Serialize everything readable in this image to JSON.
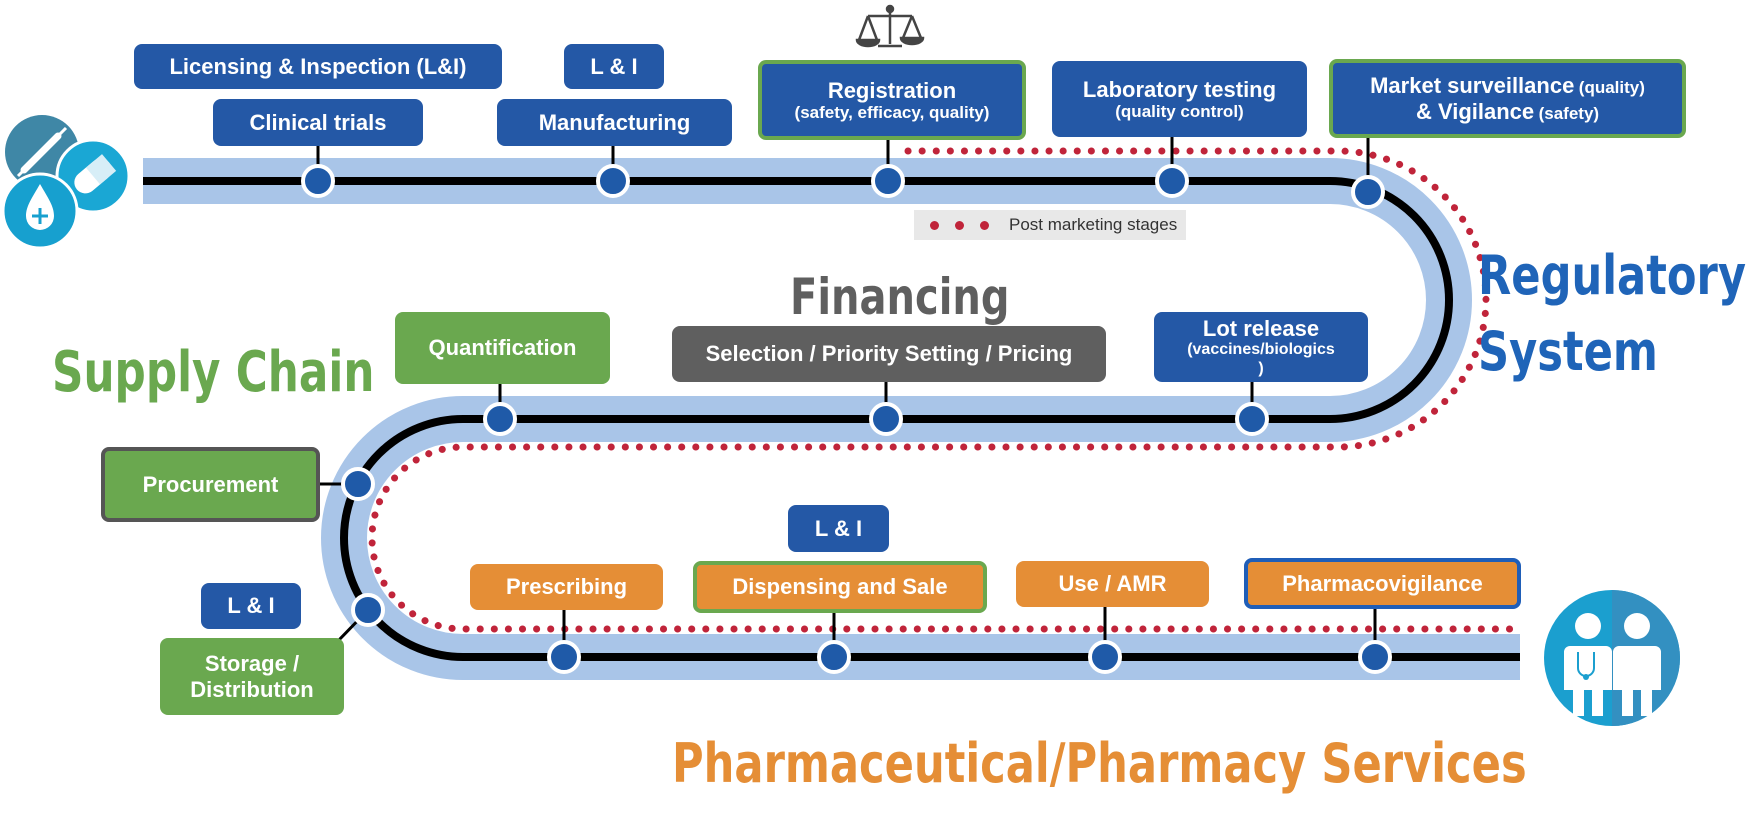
{
  "regulatory": {
    "licensing": "Licensing & Inspection (L&I)",
    "li_manufacturing": "L & I",
    "clinical_trials": "Clinical trials",
    "manufacturing": "Manufacturing",
    "registration_title": "Registration",
    "registration_sub": "(safety, efficacy, quality)",
    "lab_title": "Laboratory testing",
    "lab_sub": "(quality control)",
    "market_line1": "Market surveillance",
    "market_line1_paren": "(quality)",
    "market_line2": "& Vigilance",
    "market_line2_paren": "(safety)",
    "lot_title": "Lot release",
    "lot_sub1": "(vaccines/biologics",
    "lot_sub2": ")"
  },
  "legend": {
    "label": "Post marketing stages"
  },
  "financing": {
    "title": "Financing",
    "selection": "Selection / Priority Setting / Pricing"
  },
  "supply": {
    "title": "Supply Chain",
    "quantification": "Quantification",
    "procurement": "Procurement",
    "li_storage": "L & I",
    "storage_line1": "Storage /",
    "storage_line2": "Distribution"
  },
  "services": {
    "title": "Pharmaceutical/Pharmacy Services",
    "prescribing": "Prescribing",
    "li_dispensing": "L & I",
    "dispensing": "Dispensing and Sale",
    "use_amr": "Use / AMR",
    "pharmacovigilance": "Pharmacovigilance"
  },
  "regulatory_system": {
    "line1": "Regulatory",
    "line2": "System"
  },
  "icons": [
    "medicine-icons",
    "scales-icon",
    "doctor-patient-icon"
  ],
  "colors": {
    "regulatory_blue": "#2458a6",
    "supply_green": "#6aa84f",
    "services_orange": "#e58e36",
    "financing_grey": "#5f5f5f",
    "track_light": "#a9c5e8",
    "post_marketing_dots": "#c0243a"
  }
}
